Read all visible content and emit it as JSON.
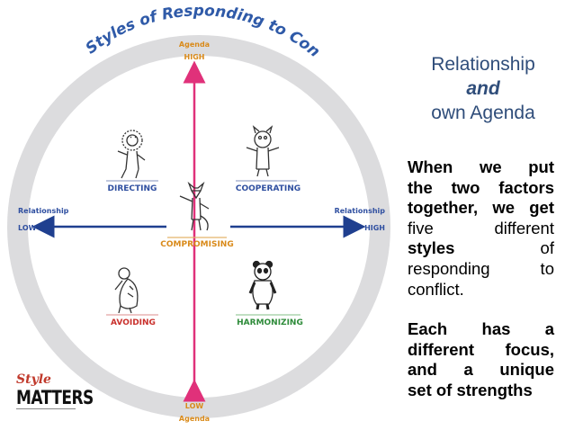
{
  "diagram": {
    "title": "Five Styles of Responding to Conflict",
    "axis_vertical": {
      "top_label": "Agenda",
      "top_value": "HIGH",
      "bottom_value": "LOW",
      "bottom_label": "Agenda"
    },
    "axis_horizontal": {
      "left_label": "Relationship",
      "left_value": "LOW",
      "right_label": "Relationship",
      "right_value": "HIGH"
    },
    "styles": {
      "directing": "DIRECTING",
      "cooperating": "COOPERATING",
      "compromising": "COMPROMISING",
      "avoiding": "AVOIDING",
      "harmonizing": "HARMONIZING"
    },
    "colors": {
      "ring": "#dcdcde",
      "title": "#2f5aa8",
      "vertical_arrow": "#e0317a",
      "horizontal_arrow": "#1f3f8f",
      "style_label": "#2f4fa0",
      "compromising_label": "#d98a1a",
      "avoiding_label": "#c9302c",
      "harmonizing_label": "#2e8b3a"
    }
  },
  "logo": {
    "style_text": "Style",
    "matters_text": "MATTERS"
  },
  "side": {
    "title_line1": "Relationship",
    "title_line2": "and",
    "title_line3": "own Agenda",
    "para1": {
      "lines": [
        "When we put",
        "the two factors",
        "together, we get",
        "five different",
        "styles of",
        "responding to",
        "conflict."
      ]
    },
    "para2": {
      "lines": [
        "Each has a",
        "different focus,",
        "and a unique",
        "set of strengths"
      ]
    }
  }
}
